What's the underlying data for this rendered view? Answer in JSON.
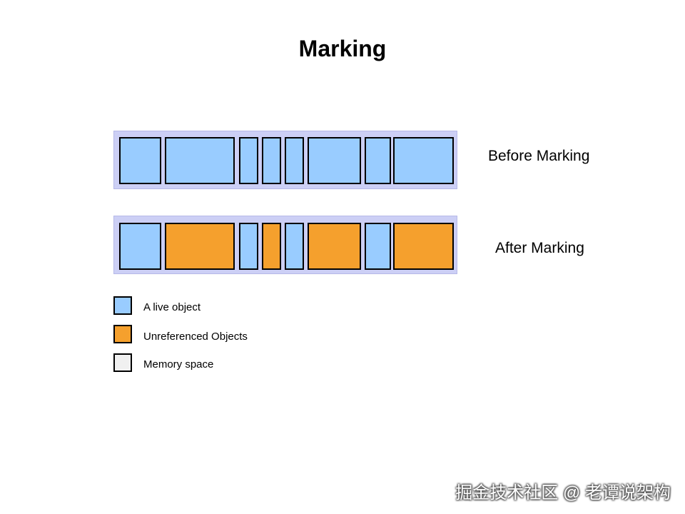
{
  "title": "Marking",
  "colors": {
    "live": "#99ccff",
    "unreferenced": "#f5a02d",
    "memory_space": "#f0f0f0",
    "heap_background": "#cccff5"
  },
  "rows": [
    {
      "label": "Before Marking",
      "objects": [
        "live",
        "live",
        "live",
        "live",
        "live",
        "live",
        "live",
        "live"
      ]
    },
    {
      "label": "After Marking",
      "objects": [
        "live",
        "unreferenced",
        "live",
        "unreferenced",
        "live",
        "unreferenced",
        "live",
        "unreferenced"
      ]
    }
  ],
  "legend": [
    {
      "label": "A live object",
      "color": "#99ccff"
    },
    {
      "label": "Unreferenced Objects",
      "color": "#f5a02d"
    },
    {
      "label": "Memory space",
      "color": "#f0f0f0"
    }
  ],
  "watermark": "掘金技术社区 @ 老谭说架构"
}
